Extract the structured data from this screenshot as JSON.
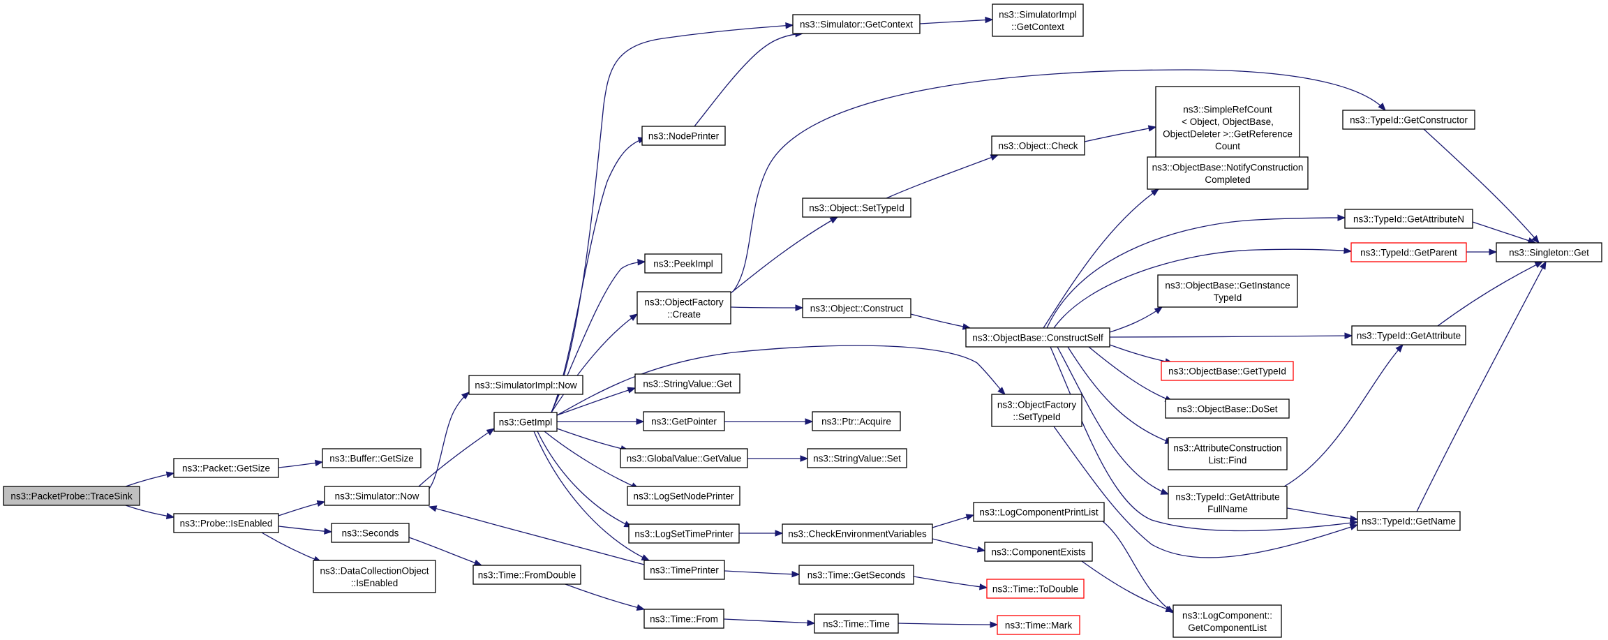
{
  "graph": {
    "title": "ns3::PacketProbe::TraceSink call graph",
    "focus_node": "n_tracesink",
    "node_border_colors": {
      "normal": "#000000",
      "truncated": "#ff0000"
    },
    "focus_fill": "#bfbfbf",
    "edge_color": "#191970",
    "nodes": {
      "n_tracesink": {
        "lines": [
          "ns3::PacketProbe::TraceSink"
        ]
      },
      "n_packet_getsize": {
        "lines": [
          "ns3::Packet::GetSize"
        ]
      },
      "n_buffer_getsize": {
        "lines": [
          "ns3::Buffer::GetSize"
        ]
      },
      "n_probe_isenabled": {
        "lines": [
          "ns3::Probe::IsEnabled"
        ]
      },
      "n_sim_now": {
        "lines": [
          "ns3::Simulator::Now"
        ]
      },
      "n_seconds": {
        "lines": [
          "ns3::Seconds"
        ]
      },
      "n_dco_isenabled": {
        "lines": [
          "ns3::DataCollectionObject",
          "::IsEnabled"
        ]
      },
      "n_simimpl_now": {
        "lines": [
          "ns3::SimulatorImpl::Now"
        ]
      },
      "n_getimpl": {
        "lines": [
          "ns3::GetImpl"
        ]
      },
      "n_time_fromdouble": {
        "lines": [
          "ns3::Time::FromDouble"
        ]
      },
      "n_nodeprinter": {
        "lines": [
          "ns3::NodePrinter"
        ]
      },
      "n_peekimpl": {
        "lines": [
          "ns3::PeekImpl"
        ]
      },
      "n_of_create": {
        "lines": [
          "ns3::ObjectFactory",
          "::Create"
        ]
      },
      "n_stringvalue_get": {
        "lines": [
          "ns3::StringValue::Get"
        ]
      },
      "n_getpointer": {
        "lines": [
          "ns3::GetPointer"
        ]
      },
      "n_gv_getvalue": {
        "lines": [
          "ns3::GlobalValue::GetValue"
        ]
      },
      "n_logsetnodeprinter": {
        "lines": [
          "ns3::LogSetNodePrinter"
        ]
      },
      "n_logsettimeprinter": {
        "lines": [
          "ns3::LogSetTimePrinter"
        ]
      },
      "n_timeprinter": {
        "lines": [
          "ns3::TimePrinter"
        ]
      },
      "n_time_from": {
        "lines": [
          "ns3::Time::From"
        ]
      },
      "n_sim_getcontext": {
        "lines": [
          "ns3::Simulator::GetContext"
        ]
      },
      "n_simimpl_getcontext": {
        "lines": [
          "ns3::SimulatorImpl",
          "::GetContext"
        ]
      },
      "n_obj_settypeid": {
        "lines": [
          "ns3::Object::SetTypeId"
        ]
      },
      "n_obj_construct": {
        "lines": [
          "ns3::Object::Construct"
        ]
      },
      "n_ptr_acquire": {
        "lines": [
          "ns3::Ptr::Acquire"
        ]
      },
      "n_stringvalue_set": {
        "lines": [
          "ns3::StringValue::Set"
        ]
      },
      "n_checkenv": {
        "lines": [
          "ns3::CheckEnvironmentVariables"
        ]
      },
      "n_time_getseconds": {
        "lines": [
          "ns3::Time::GetSeconds"
        ]
      },
      "n_time_time": {
        "lines": [
          "ns3::Time::Time"
        ]
      },
      "n_obj_check": {
        "lines": [
          "ns3::Object::Check"
        ]
      },
      "n_ob_constructself": {
        "lines": [
          "ns3::ObjectBase::ConstructSelf"
        ]
      },
      "n_of_settypeid": {
        "lines": [
          "ns3::ObjectFactory",
          "::SetTypeId"
        ]
      },
      "n_logcomponentprintlist": {
        "lines": [
          "ns3::LogComponentPrintList"
        ]
      },
      "n_componentexists": {
        "lines": [
          "ns3::ComponentExists"
        ]
      },
      "n_time_todouble": {
        "lines": [
          "ns3::Time::ToDouble"
        ],
        "truncated": true
      },
      "n_time_mark": {
        "lines": [
          "ns3::Time::Mark"
        ],
        "truncated": true
      },
      "n_simplerefcount": {
        "lines": [
          "ns3::SimpleRefCount",
          "< Object, ObjectBase,",
          "ObjectDeleter >::GetReference",
          "Count"
        ]
      },
      "n_ob_notify": {
        "lines": [
          "ns3::ObjectBase::NotifyConstruction",
          "Completed"
        ]
      },
      "n_ob_getinstancetypeid": {
        "lines": [
          "ns3::ObjectBase::GetInstance",
          "TypeId"
        ]
      },
      "n_ob_gettypeid": {
        "lines": [
          "ns3::ObjectBase::GetTypeId"
        ],
        "truncated": true
      },
      "n_ob_doset": {
        "lines": [
          "ns3::ObjectBase::DoSet"
        ]
      },
      "n_acl_find": {
        "lines": [
          "ns3::AttributeConstruction",
          "List::Find"
        ]
      },
      "n_typeid_getattributefullname": {
        "lines": [
          "ns3::TypeId::GetAttribute",
          "FullName"
        ]
      },
      "n_logcomponent_getlist": {
        "lines": [
          "ns3::LogComponent::",
          "GetComponentList"
        ]
      },
      "n_typeid_getconstructor": {
        "lines": [
          "ns3::TypeId::GetConstructor"
        ]
      },
      "n_typeid_getattributen": {
        "lines": [
          "ns3::TypeId::GetAttributeN"
        ]
      },
      "n_typeid_getparent": {
        "lines": [
          "ns3::TypeId::GetParent"
        ],
        "truncated": true
      },
      "n_typeid_getattribute": {
        "lines": [
          "ns3::TypeId::GetAttribute"
        ]
      },
      "n_typeid_getname": {
        "lines": [
          "ns3::TypeId::GetName"
        ]
      },
      "n_singleton_get": {
        "lines": [
          "ns3::Singleton::Get"
        ]
      }
    },
    "edges": [
      [
        "n_tracesink",
        "n_packet_getsize"
      ],
      [
        "n_tracesink",
        "n_probe_isenabled"
      ],
      [
        "n_packet_getsize",
        "n_buffer_getsize"
      ],
      [
        "n_probe_isenabled",
        "n_sim_now"
      ],
      [
        "n_probe_isenabled",
        "n_seconds"
      ],
      [
        "n_probe_isenabled",
        "n_dco_isenabled"
      ],
      [
        "n_sim_now",
        "n_simimpl_now"
      ],
      [
        "n_sim_now",
        "n_getimpl"
      ],
      [
        "n_seconds",
        "n_time_fromdouble"
      ],
      [
        "n_time_fromdouble",
        "n_time_from"
      ],
      [
        "n_getimpl",
        "n_nodeprinter"
      ],
      [
        "n_getimpl",
        "n_sim_getcontext"
      ],
      [
        "n_getimpl",
        "n_peekimpl"
      ],
      [
        "n_getimpl",
        "n_of_create"
      ],
      [
        "n_getimpl",
        "n_stringvalue_get"
      ],
      [
        "n_getimpl",
        "n_getpointer"
      ],
      [
        "n_getimpl",
        "n_gv_getvalue"
      ],
      [
        "n_getimpl",
        "n_logsetnodeprinter"
      ],
      [
        "n_getimpl",
        "n_logsettimeprinter"
      ],
      [
        "n_getimpl",
        "n_timeprinter"
      ],
      [
        "n_getimpl",
        "n_of_settypeid"
      ],
      [
        "n_nodeprinter",
        "n_sim_getcontext"
      ],
      [
        "n_timeprinter",
        "n_sim_now"
      ],
      [
        "n_timeprinter",
        "n_time_getseconds"
      ],
      [
        "n_sim_getcontext",
        "n_simimpl_getcontext"
      ],
      [
        "n_of_create",
        "n_obj_settypeid"
      ],
      [
        "n_of_create",
        "n_obj_construct"
      ],
      [
        "n_of_create",
        "n_typeid_getconstructor"
      ],
      [
        "n_getpointer",
        "n_ptr_acquire"
      ],
      [
        "n_gv_getvalue",
        "n_stringvalue_set"
      ],
      [
        "n_logsettimeprinter",
        "n_checkenv"
      ],
      [
        "n_checkenv",
        "n_logcomponentprintlist"
      ],
      [
        "n_checkenv",
        "n_componentexists"
      ],
      [
        "n_time_getseconds",
        "n_time_todouble"
      ],
      [
        "n_time_from",
        "n_time_time"
      ],
      [
        "n_time_time",
        "n_time_mark"
      ],
      [
        "n_obj_settypeid",
        "n_obj_check"
      ],
      [
        "n_obj_check",
        "n_simplerefcount"
      ],
      [
        "n_obj_construct",
        "n_ob_constructself"
      ],
      [
        "n_of_settypeid",
        "n_typeid_getname"
      ],
      [
        "n_logcomponentprintlist",
        "n_logcomponent_getlist"
      ],
      [
        "n_componentexists",
        "n_logcomponent_getlist"
      ],
      [
        "n_ob_constructself",
        "n_ob_notify"
      ],
      [
        "n_ob_constructself",
        "n_typeid_getattributen"
      ],
      [
        "n_ob_constructself",
        "n_typeid_getparent"
      ],
      [
        "n_ob_constructself",
        "n_ob_getinstancetypeid"
      ],
      [
        "n_ob_constructself",
        "n_typeid_getattribute"
      ],
      [
        "n_ob_constructself",
        "n_ob_gettypeid"
      ],
      [
        "n_ob_constructself",
        "n_ob_doset"
      ],
      [
        "n_ob_constructself",
        "n_acl_find"
      ],
      [
        "n_ob_constructself",
        "n_typeid_getattributefullname"
      ],
      [
        "n_ob_constructself",
        "n_typeid_getname"
      ],
      [
        "n_typeid_getattributefullname",
        "n_typeid_getattribute"
      ],
      [
        "n_typeid_getattributefullname",
        "n_typeid_getname"
      ],
      [
        "n_typeid_getconstructor",
        "n_singleton_get"
      ],
      [
        "n_typeid_getattributen",
        "n_singleton_get"
      ],
      [
        "n_typeid_getparent",
        "n_singleton_get"
      ],
      [
        "n_typeid_getattribute",
        "n_singleton_get"
      ],
      [
        "n_typeid_getname",
        "n_singleton_get"
      ]
    ]
  }
}
